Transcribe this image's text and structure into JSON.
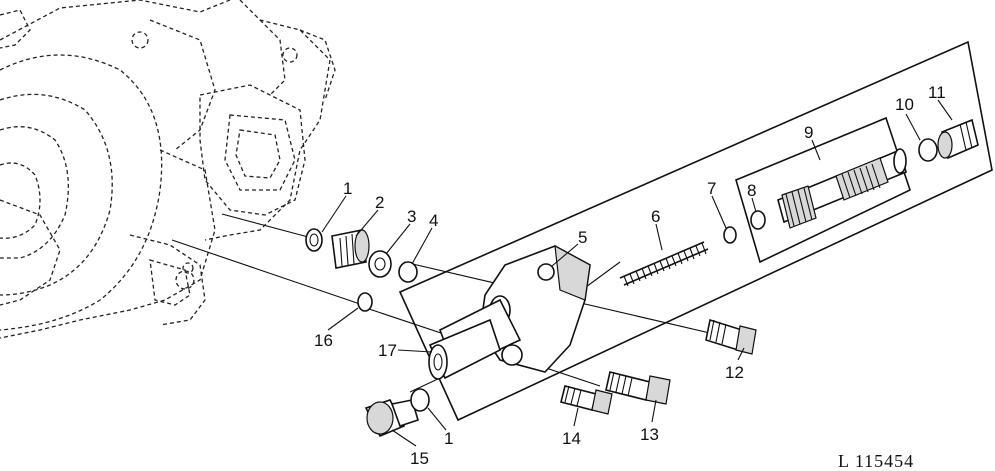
{
  "figure": {
    "reference": "L 115454",
    "callouts": [
      {
        "id": "c1a",
        "label": "1"
      },
      {
        "id": "c2",
        "label": "2"
      },
      {
        "id": "c3",
        "label": "3"
      },
      {
        "id": "c4",
        "label": "4"
      },
      {
        "id": "c5",
        "label": "5"
      },
      {
        "id": "c6",
        "label": "6"
      },
      {
        "id": "c7",
        "label": "7"
      },
      {
        "id": "c8",
        "label": "8"
      },
      {
        "id": "c9",
        "label": "9"
      },
      {
        "id": "c10",
        "label": "10"
      },
      {
        "id": "c11",
        "label": "11"
      },
      {
        "id": "c12",
        "label": "12"
      },
      {
        "id": "c13",
        "label": "13"
      },
      {
        "id": "c14",
        "label": "14"
      },
      {
        "id": "c15",
        "label": "15"
      },
      {
        "id": "c16",
        "label": "16"
      },
      {
        "id": "c17",
        "label": "17"
      },
      {
        "id": "c1b",
        "label": "1"
      }
    ]
  }
}
